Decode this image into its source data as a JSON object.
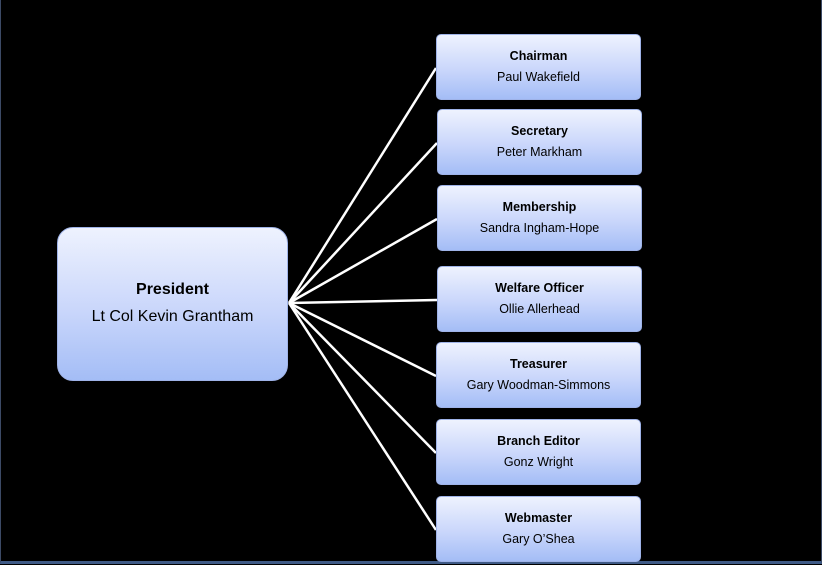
{
  "president": {
    "title": "President",
    "name": "Lt Col Kevin Grantham"
  },
  "members": [
    {
      "title": "Chairman",
      "name": "Paul Wakefield"
    },
    {
      "title": "Secretary",
      "name": "Peter Markham"
    },
    {
      "title": "Membership",
      "name": "Sandra Ingham-Hope"
    },
    {
      "title": "Welfare Officer",
      "name": "Ollie Allerhead"
    },
    {
      "title": "Treasurer",
      "name": "Gary Woodman-Simmons"
    },
    {
      "title": "Branch Editor",
      "name": "Gonz Wright"
    },
    {
      "title": "Webmaster",
      "name": "Gary O’Shea"
    }
  ],
  "colors": {
    "background": "#000000",
    "connector": "#ffffff",
    "box_top": "#eef2fe",
    "box_bottom": "#a4bdf6"
  }
}
